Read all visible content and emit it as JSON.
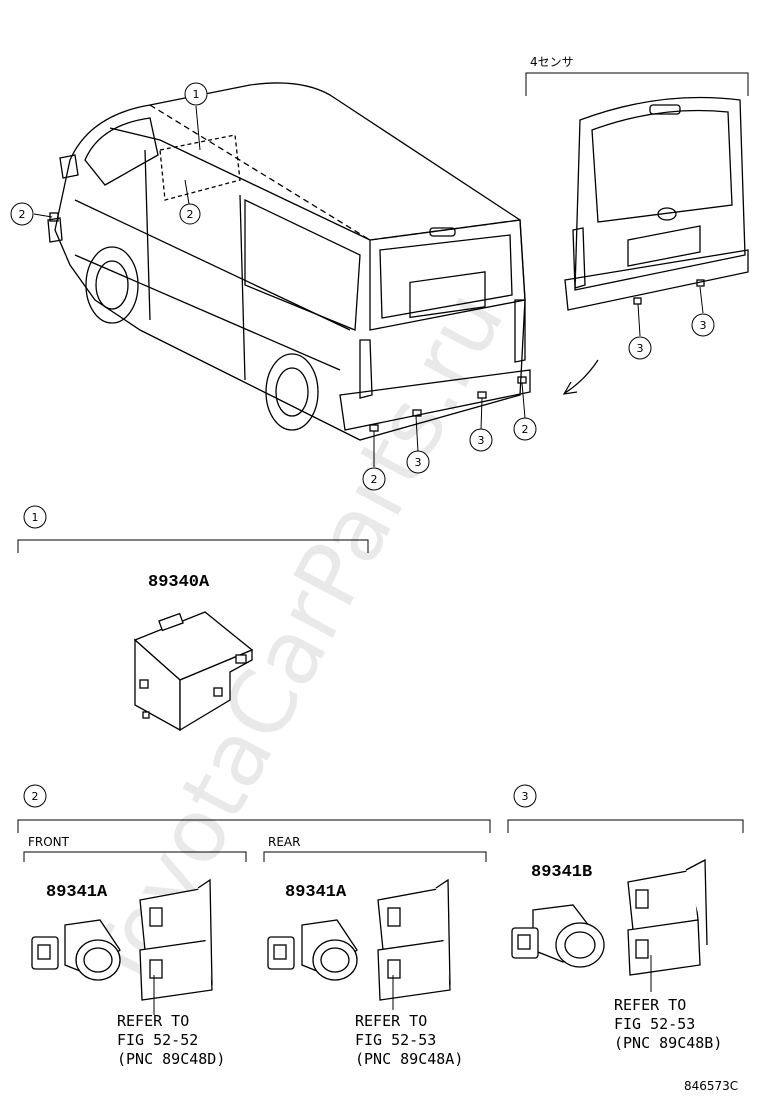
{
  "watermark": "ToyotaCarParts.ru",
  "variant_label": "4センサ",
  "section_markers": {
    "s1": "1",
    "s2": "2",
    "s3": "3"
  },
  "callouts": {
    "one": "1",
    "two": "2",
    "three": "3"
  },
  "sub_labels": {
    "front": "FRONT",
    "rear": "REAR"
  },
  "parts": {
    "computer": "89340A",
    "front_sensor": "89341A",
    "rear_sensor": "89341A",
    "variant_sensor": "89341B"
  },
  "refs": {
    "front": {
      "line1": "REFER TO",
      "line2": "FIG 52-52",
      "line3": "(PNC 89C48D)"
    },
    "rear": {
      "line1": "REFER TO",
      "line2": "FIG 52-53",
      "line3": "(PNC 89C48A)"
    },
    "variant": {
      "line1": "REFER TO",
      "line2": "FIG 52-53",
      "line3": "(PNC 89C48B)"
    }
  },
  "figure_id": "846573C"
}
